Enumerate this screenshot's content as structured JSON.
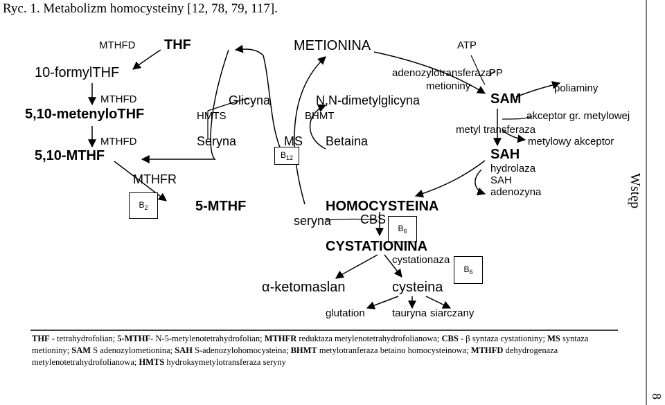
{
  "caption": "Ryc. 1. Metabolizm homocysteiny [12, 78, 79, 117].",
  "side_label": "Wstęp",
  "page_number": "8",
  "labels": {
    "mthfd_top": "MTHFD",
    "thf": "THF",
    "metionina": "METIONINA",
    "atp": "ATP",
    "formyl_thf": "10-formylTHF",
    "adenozylotransferaza": "adenozylotransferaza",
    "metioniny": "metioniny",
    "pp": "PP",
    "poliaminy": "poliaminy",
    "mthfd_2": "MTHFD",
    "glicyna": "Glicyna",
    "dimetylglicyna": "N,N-dimetylglicyna",
    "sam": "SAM",
    "metenylo_thf": "5,10-metenyloTHF",
    "hmts": "HMTS",
    "bhmt": "BHMT",
    "akceptor": "akceptor gr. metylowej",
    "metyl_transferaza": "metyl transferaza",
    "mthfd_3": "MTHFD",
    "seryna": "Seryna",
    "ms": "MS",
    "betaina": "Betaina",
    "metylowy_akceptor": "metylowy akceptor",
    "mthf_510": "5,10-MTHF",
    "b12": "B12",
    "sah": "SAH",
    "hydrolaza": "hydrolaza",
    "sah_small": "SAH",
    "mthfr": "MTHFR",
    "adenozyna": "adenozyna",
    "b2": "B2",
    "mthf_5": "5-MTHF",
    "homocysteina": "HOMOCYSTEINA",
    "seryna_small": "seryna",
    "cbs": "CBS",
    "b6_a": "B6",
    "cystationina": "CYSTATIONINA",
    "cystationaza": "cystationaza",
    "b6_b": "B6",
    "ketomaslan": "α-ketomaslan",
    "cysteina": "cysteina",
    "glutation": "glutation",
    "tauryna": "tauryna",
    "siarczany": "siarczany"
  },
  "legend": [
    {
      "term": "THF",
      "def": " - tetrahydrofolian; "
    },
    {
      "term": "5-MTHF",
      "def": "- N-5-metylenotetrahydrofolian; "
    },
    {
      "term": "MTHFR",
      "def": " reduktaza metylenotetrahydrofolianowa; "
    },
    {
      "term": "CBS",
      "def": " - β syntaza cystationiny; "
    },
    {
      "term": "MS",
      "def": " syntaza metioniny; "
    },
    {
      "term": "SAM",
      "def": " S adenozylometionina; "
    },
    {
      "term": "SAH",
      "def": " S-adenozylohomocysteina; "
    },
    {
      "term": "BHMT",
      "def": " metylotranferaza betaino homocysteinowa; "
    },
    {
      "term": "MTHFD",
      "def": " dehydrogenaza metylenotetrahydrofolianowa; "
    },
    {
      "term": "HMTS",
      "def": " hydroksymetylotransferaza seryny"
    }
  ]
}
